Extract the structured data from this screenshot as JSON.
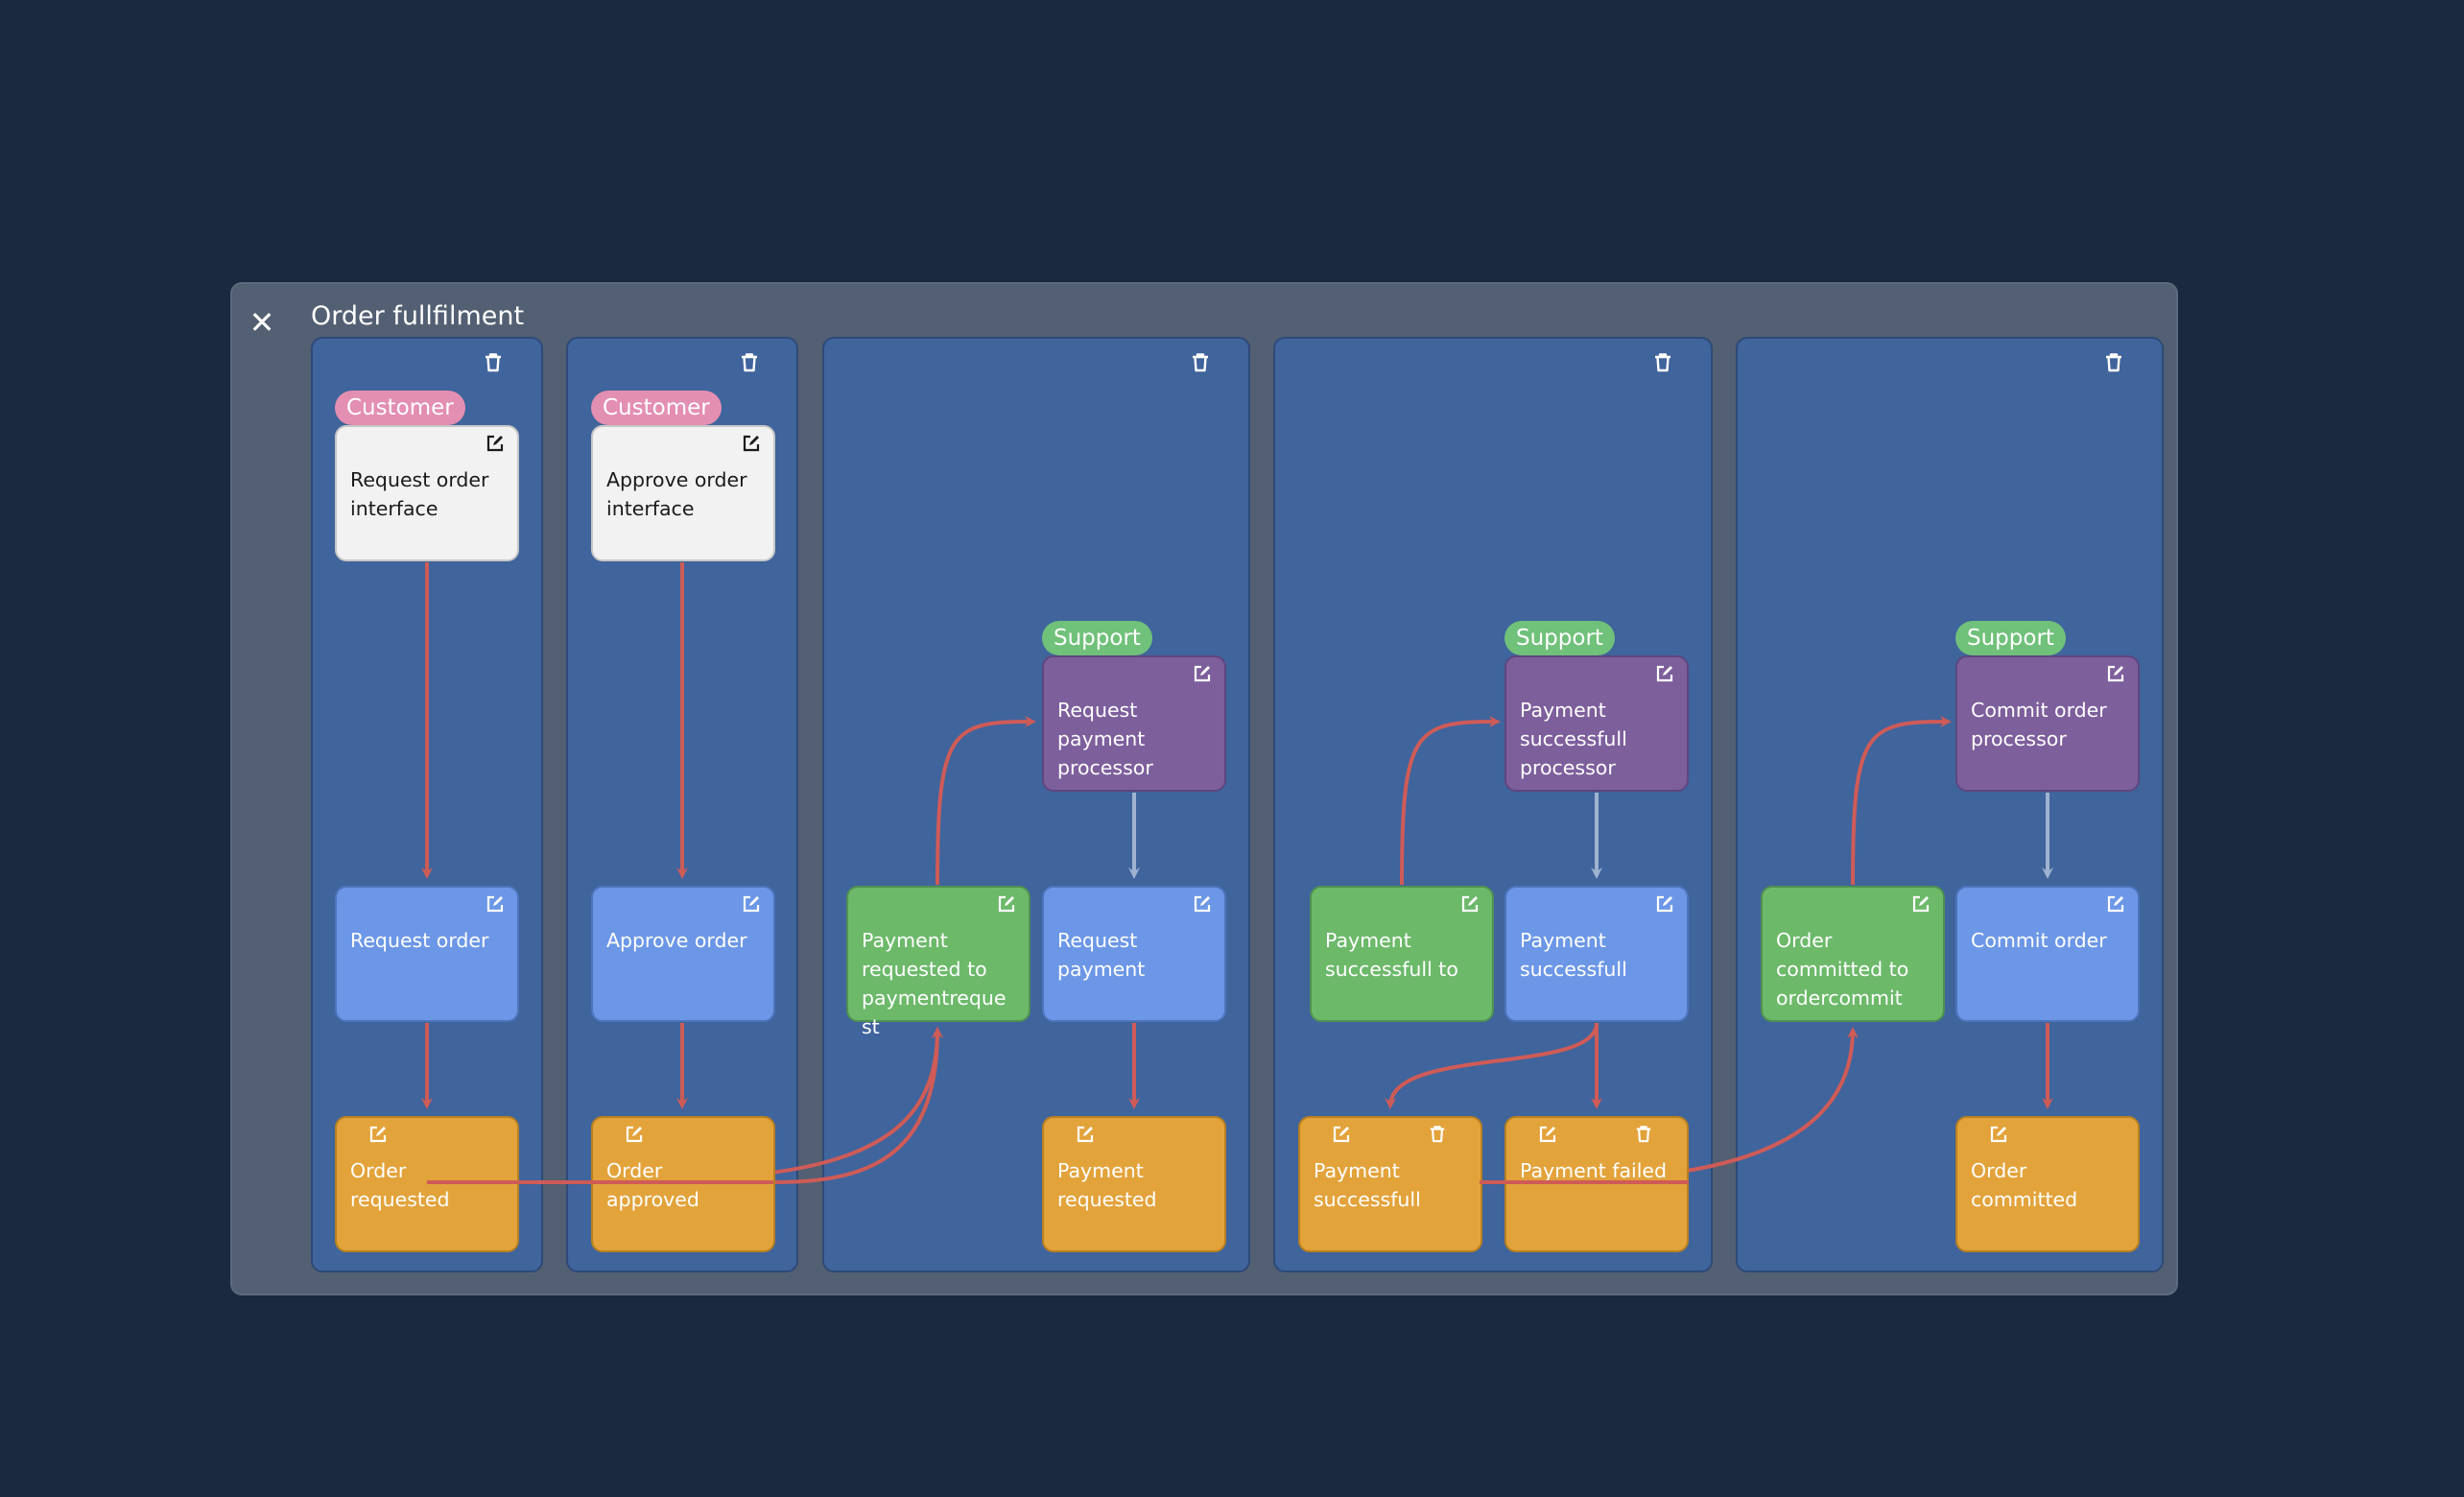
{
  "board": {
    "title": "Order fullfilment",
    "close_icon": "close-icon",
    "close_symbol": "✕"
  },
  "colors": {
    "background": "#1a2840",
    "frame": "#535f72",
    "lane": "#40649c",
    "ui_card": "#f2f2f2",
    "command": "#6c97e6",
    "policy": "#6cb96a",
    "processor": "#7d5f9c",
    "event": "#e3a33b",
    "customer_tag": "#e38fb1",
    "support_tag": "#70c17a",
    "edge_primary": "#cf5b57",
    "edge_secondary": "#9fb3d1"
  },
  "lanes": [
    {
      "delete_icon": "trash-icon",
      "tag": "Customer",
      "cards": [
        {
          "kind": "interface",
          "text": "Request order interface"
        },
        {
          "kind": "command",
          "text": "Request order"
        },
        {
          "kind": "event",
          "text": "Order requested"
        }
      ]
    },
    {
      "delete_icon": "trash-icon",
      "tag": "Customer",
      "cards": [
        {
          "kind": "interface",
          "text": "Approve order interface"
        },
        {
          "kind": "command",
          "text": "Approve order"
        },
        {
          "kind": "event",
          "text": "Order approved"
        }
      ]
    },
    {
      "delete_icon": "trash-icon",
      "tag": "Support",
      "cards": [
        {
          "kind": "processor",
          "text": "Request payment processor"
        },
        {
          "kind": "policy",
          "text": "Payment requested to paymentrequest"
        },
        {
          "kind": "command",
          "text": "Request payment"
        },
        {
          "kind": "event",
          "text": "Payment requested"
        }
      ]
    },
    {
      "delete_icon": "trash-icon",
      "tag": "Support",
      "cards": [
        {
          "kind": "processor",
          "text": "Payment successfull processor"
        },
        {
          "kind": "policy",
          "text": "Payment successfull to"
        },
        {
          "kind": "command",
          "text": "Payment successfull"
        },
        {
          "kind": "event",
          "text": "Payment successfull"
        },
        {
          "kind": "event",
          "text": "Payment failed"
        }
      ]
    },
    {
      "delete_icon": "trash-icon",
      "tag": "Support",
      "cards": [
        {
          "kind": "processor",
          "text": "Commit order processor"
        },
        {
          "kind": "policy",
          "text": "Order committed to ordercommit"
        },
        {
          "kind": "command",
          "text": "Commit order"
        },
        {
          "kind": "event",
          "text": "Order committed"
        }
      ]
    }
  ],
  "card_icons": {
    "edit": "edit-icon",
    "delete": "trash-icon"
  }
}
